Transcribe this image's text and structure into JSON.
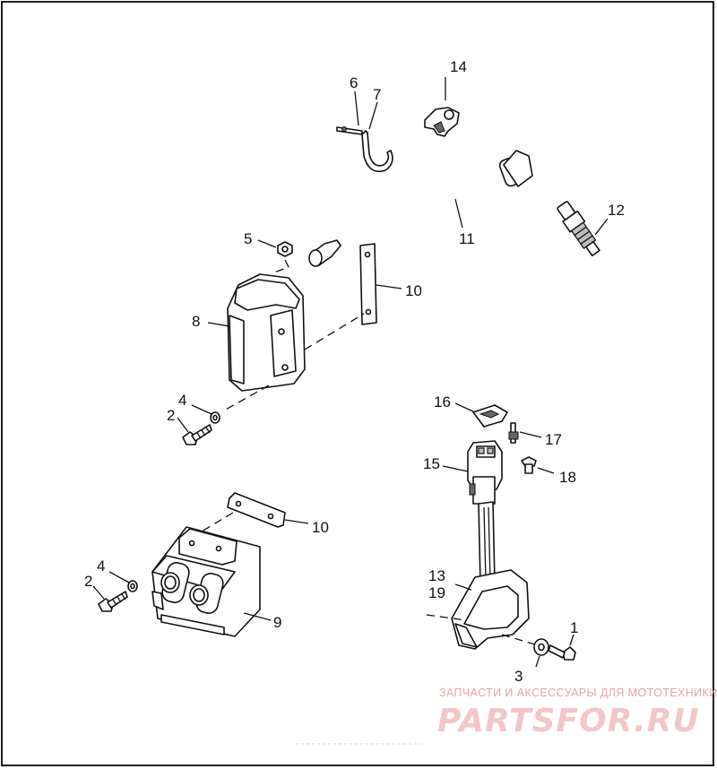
{
  "callouts": {
    "c1": "1",
    "c2a": "2",
    "c2b": "2",
    "c3": "3",
    "c4a": "4",
    "c4b": "4",
    "c5": "5",
    "c6": "6",
    "c7": "7",
    "c8": "8",
    "c9": "9",
    "c10a": "10",
    "c10b": "10",
    "c11": "11",
    "c12": "12",
    "c13": "13",
    "c14": "14",
    "c15": "15",
    "c16": "16",
    "c17": "17",
    "c18": "18",
    "c19": "19"
  },
  "watermark": {
    "tagline": "ЗАПЧАСТИ И АКСЕССУАРЫ ДЛЯ МОТОТЕХНИКИ",
    "logo": "PARTSFOR.RU"
  }
}
